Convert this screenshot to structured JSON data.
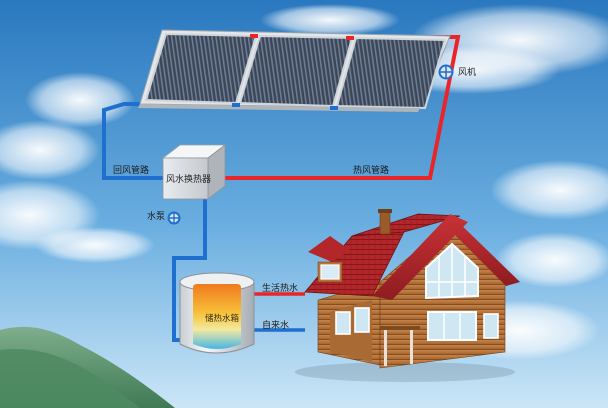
{
  "labels": {
    "fan": "风机",
    "return_air_duct": "回风管路",
    "heat_exchanger": "风水换热器",
    "hot_air_duct": "热风管路",
    "pump": "水泵",
    "storage_tank": "储热水箱",
    "domestic_hot_water": "生活热水",
    "tap_water": "自来水"
  },
  "colors": {
    "hot_pipe": "#e8262a",
    "cold_pipe": "#1f6fd0",
    "sky_top": "#2f7fc4",
    "sky_bottom": "#bfe0f5",
    "roof": "#b3262a",
    "wood_wall": "#b8733a"
  },
  "icons": {
    "fan": "fan-icon",
    "pump": "pump-icon"
  }
}
